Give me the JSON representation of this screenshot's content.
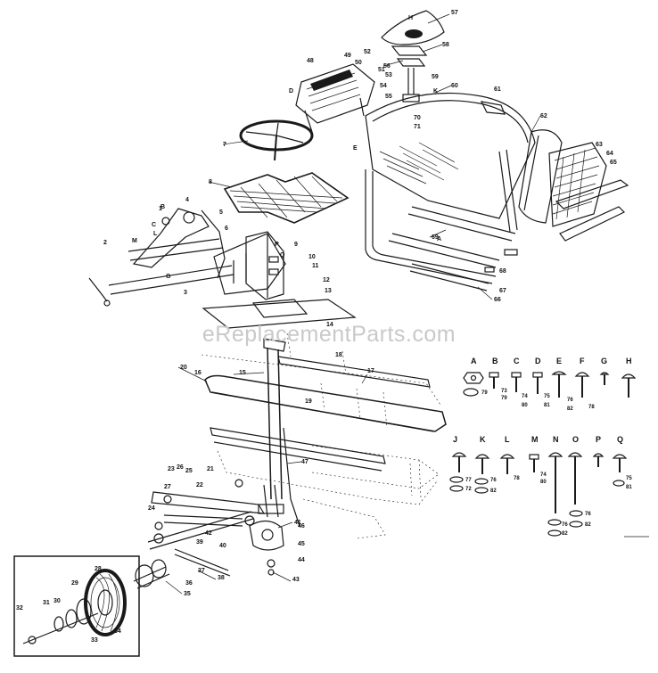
{
  "watermark": "eReplacementParts.com",
  "callouts": [
    "57",
    "58",
    "56",
    "59",
    "60",
    "61",
    "62",
    "63",
    "64",
    "65",
    "48",
    "49",
    "50",
    "51",
    "52",
    "53",
    "54",
    "55",
    "70",
    "71",
    "7",
    "8",
    "1",
    "4",
    "5",
    "6",
    "2",
    "3",
    "9",
    "10",
    "11",
    "12",
    "13",
    "14",
    "15",
    "16",
    "17",
    "18",
    "19",
    "20",
    "21",
    "22",
    "23",
    "24",
    "25",
    "26",
    "27",
    "28",
    "29",
    "30",
    "31",
    "32",
    "33",
    "34",
    "35",
    "36",
    "37",
    "38",
    "39",
    "40",
    "41",
    "42",
    "43",
    "44",
    "45",
    "46",
    "47",
    "66",
    "67",
    "68",
    "69"
  ],
  "letter_markers": [
    "H",
    "D",
    "K",
    "E",
    "A",
    "B",
    "C",
    "L",
    "M",
    "G",
    "P",
    "Q",
    "N",
    "O"
  ],
  "hardware": {
    "row1": [
      {
        "letter": "A",
        "nums": [
          "79"
        ]
      },
      {
        "letter": "B",
        "nums": [
          "73",
          "79"
        ]
      },
      {
        "letter": "C",
        "nums": [
          "74",
          "80"
        ]
      },
      {
        "letter": "D",
        "nums": [
          "75",
          "81"
        ]
      },
      {
        "letter": "E",
        "nums": [
          "76",
          "82"
        ]
      },
      {
        "letter": "F",
        "nums": [
          "78"
        ]
      },
      {
        "letter": "G",
        "nums": []
      },
      {
        "letter": "H",
        "nums": []
      }
    ],
    "row2": [
      {
        "letter": "J",
        "nums": [
          "77",
          "72"
        ]
      },
      {
        "letter": "K",
        "nums": [
          "76",
          "82"
        ]
      },
      {
        "letter": "L",
        "nums": [
          "78"
        ]
      },
      {
        "letter": "M",
        "nums": [
          "74",
          "80"
        ]
      },
      {
        "letter": "N",
        "nums": [
          "76",
          "82"
        ]
      },
      {
        "letter": "O",
        "nums": [
          "76",
          "82"
        ]
      },
      {
        "letter": "P",
        "nums": []
      },
      {
        "letter": "Q",
        "nums": [
          "75",
          "81"
        ]
      }
    ]
  }
}
